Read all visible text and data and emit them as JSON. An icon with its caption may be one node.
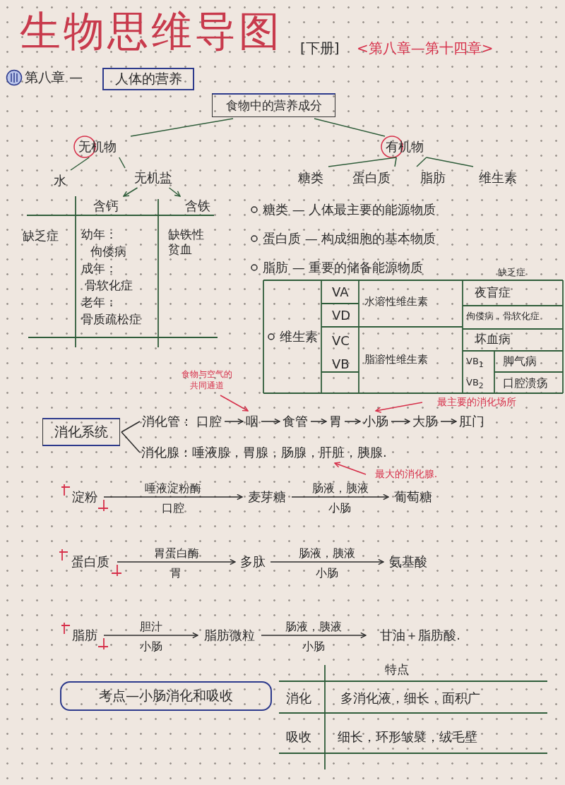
{
  "diagram": {
    "title": "生物思维导图",
    "nodes": [
      {
        "text": [
          "人体的营养"
        ]
      },
      {
        "text": [
          "食物中的营养成分"
        ]
      },
      {
        "text": [
          "无机物"
        ]
      },
      {
        "text": [
          "有机物"
        ]
      },
      {
        "text": [
          "水"
        ]
      },
      {
        "text": [
          "无机盐"
        ]
      },
      {
        "text": [
          "糖类"
        ]
      },
      {
        "text": [
          "蛋白质"
        ]
      },
      {
        "text": [
          "脂肪"
        ]
      },
      {
        "text": [
          "维生素"
        ]
      },
      {
        "text": [
          "含钙"
        ]
      },
      {
        "text": [
          "含铁"
        ]
      },
      {
        "text": [
          "食物与空气的共同通道"
        ]
      },
      {
        "text": [
          "最主要的消化场所"
        ]
      },
      {
        "text": [
          "消化系统"
        ]
      },
      {
        "text": [
          "消化管："
        ]
      },
      {
        "text": [
          "口腔"
        ]
      },
      {
        "text": [
          "咽"
        ]
      },
      {
        "text": [
          "食管"
        ]
      },
      {
        "text": [
          "胃"
        ]
      },
      {
        "text": [
          "小肠"
        ]
      },
      {
        "text": [
          "大肠"
        ]
      },
      {
        "text": [
          "肛门"
        ]
      },
      {
        "text": [
          "消化腺：唾液腺，胃腺，肠腺，肝脏，胰腺."
        ]
      },
      {
        "text": [
          "最大的消化腺."
        ]
      },
      {
        "text": [
          "淀粉"
        ]
      },
      {
        "text": [
          "麦芽糖"
        ]
      },
      {
        "text": [
          "葡萄糖"
        ]
      },
      {
        "text": [
          "蛋白质"
        ]
      },
      {
        "text": [
          "多肽"
        ]
      },
      {
        "text": [
          "氨基酸"
        ]
      },
      {
        "text": [
          "脂肪"
        ]
      },
      {
        "text": [
          "脂肪微粒"
        ]
      },
      {
        "text": [
          "甘油＋脂肪酸."
        ]
      },
      {
        "text": [
          "考点—小肠消化和吸收"
        ]
      }
    ],
    "edges": [
      {
        "from": 1,
        "to": 2,
        "arrow": "none",
        "color": "#2f5d3a"
      },
      {
        "from": 1,
        "to": 3,
        "arrow": "none",
        "color": "#2f5d3a"
      },
      {
        "from": 2,
        "to": 4,
        "arrow": "none",
        "color": "#2f5d3a"
      },
      {
        "from": 2,
        "to": 5,
        "arrow": "none",
        "color": "#2f5d3a"
      },
      {
        "from": 3,
        "to": 6,
        "arrow": "none",
        "color": "#2f5d3a"
      },
      {
        "from": 3,
        "to": 7,
        "arrow": "none",
        "color": "#2f5d3a"
      },
      {
        "from": 3,
        "to": 8,
        "arrow": "none",
        "color": "#2f5d3a"
      },
      {
        "from": 3,
        "to": 9,
        "arrow": "none",
        "color": "#2f5d3a"
      },
      {
        "from": 5,
        "to": 10,
        "arrow": "to",
        "color": "#2f5d3a"
      },
      {
        "from": 5,
        "to": 11,
        "arrow": "to",
        "color": "#2f5d3a"
      },
      {
        "from": 12,
        "to": 17,
        "arrow": "to",
        "color": "#d6304a"
      },
      {
        "from": 13,
        "to": 20,
        "arrow": "to",
        "color": "#d6304a"
      },
      {
        "from": 14,
        "to": 15,
        "arrow": "none"
      },
      {
        "from": 14,
        "to": 23,
        "arrow": "none"
      },
      {
        "from": 16,
        "to": 17,
        "arrow": "to"
      },
      {
        "from": 17,
        "to": 18,
        "arrow": "to"
      },
      {
        "from": 18,
        "to": 19,
        "arrow": "to"
      },
      {
        "from": 19,
        "to": 20,
        "arrow": "to"
      },
      {
        "from": 20,
        "to": 21,
        "arrow": "to"
      },
      {
        "from": 21,
        "to": 22,
        "arrow": "to"
      },
      {
        "from": 24,
        "to": 23,
        "arrow": "to",
        "color": "#d6304a"
      },
      {
        "from": 25,
        "to": 26,
        "arrow": "to",
        "label": "唾液淀粉酶"
      },
      {
        "from": 26,
        "to": 27,
        "arrow": "to",
        "label": "肠液，胰液"
      },
      {
        "from": 28,
        "to": 29,
        "arrow": "to",
        "label": "胃蛋白酶"
      },
      {
        "from": 29,
        "to": 30,
        "arrow": "to",
        "label": "肠液，胰液"
      },
      {
        "from": 31,
        "to": 32,
        "arrow": "to",
        "label": "胆汁"
      },
      {
        "from": 32,
        "to": 33,
        "arrow": "to",
        "label": "肠液，胰液"
      }
    ],
    "labels": [
      "[下册]",
      "<第八章—第十四章>",
      "第八章 —",
      "缺乏症",
      "幼年：",
      "佝偻病",
      "成年：",
      "骨软化症",
      "老年：",
      "骨质疏松症",
      "缺铁性贫血",
      "糖类 — 人体最主要的能源物质",
      "蛋白质 — 构成细胞的基本物质",
      "脂肪 — 重要的储备能源物质",
      "缺乏症",
      "维生素",
      "VA",
      "VD",
      "VC",
      "VB",
      "水溶性维生素",
      "脂溶性维生素",
      "夜盲症",
      "佝偻病，骨软化症",
      "坏血病",
      "VB$_{1}$",
      "脚气病",
      "VB$_{2}$",
      "口腔溃疡",
      "口腔",
      "小肠",
      "胃",
      "小肠",
      "小肠",
      "小肠",
      "特点",
      "消化",
      "多消化液，细长，面积广",
      "吸收",
      "细长，环形皱襞，绒毛壁"
    ]
  }
}
